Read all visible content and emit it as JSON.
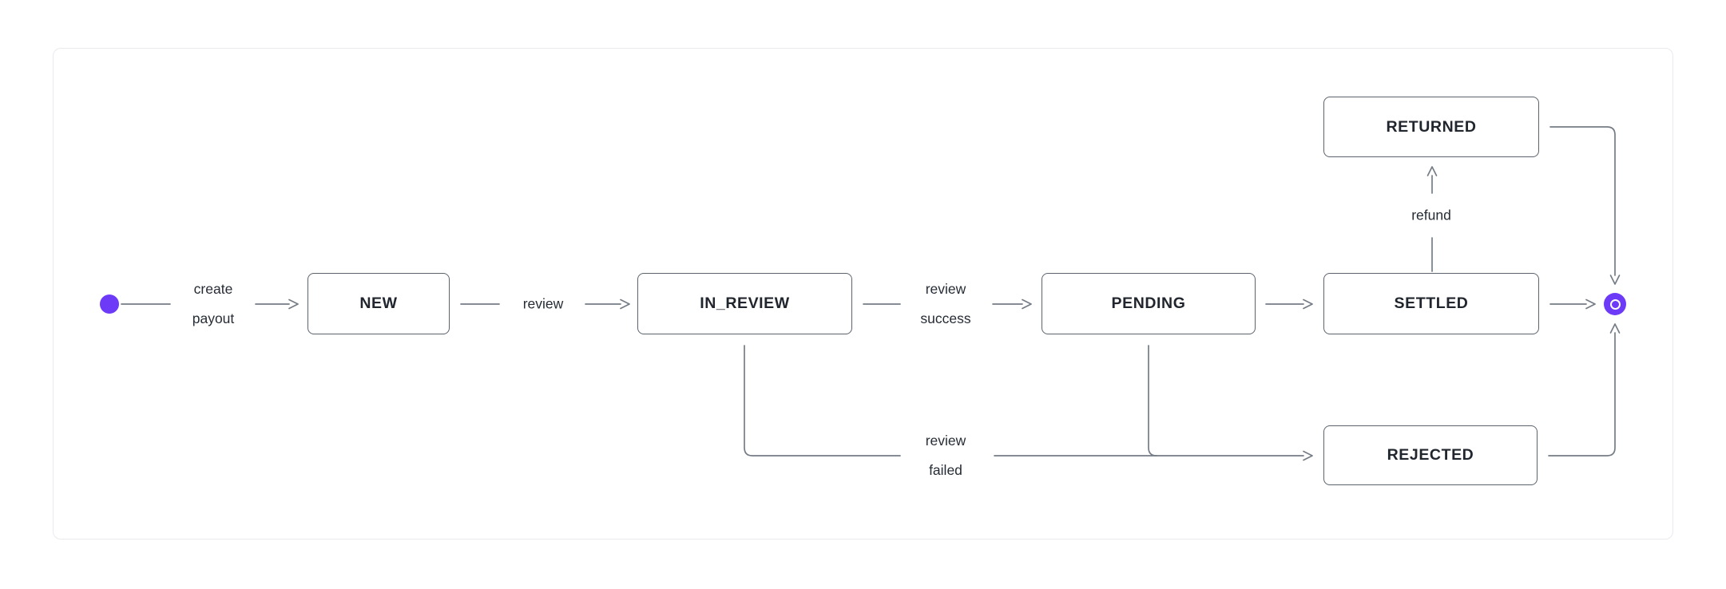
{
  "diagram": {
    "kind": "state-machine",
    "accent_color": "#6D3AF7",
    "line_color": "#757C85",
    "box_border_color": "#5B636D",
    "text_color": "#20252E",
    "nodes": {
      "start": {
        "kind": "initial-state"
      },
      "new": {
        "label": "NEW"
      },
      "in_review": {
        "label": "IN_REVIEW"
      },
      "pending": {
        "label": "PENDING"
      },
      "settled": {
        "label": "SETTLED"
      },
      "returned": {
        "label": "RETURNED"
      },
      "rejected": {
        "label": "REJECTED"
      },
      "end": {
        "kind": "final-state"
      }
    },
    "edges": [
      {
        "from": "start",
        "to": "new",
        "label_lines": [
          "create",
          "payout"
        ]
      },
      {
        "from": "new",
        "to": "in_review",
        "label_lines": [
          "review"
        ]
      },
      {
        "from": "in_review",
        "to": "pending",
        "label_lines": [
          "review",
          "success"
        ]
      },
      {
        "from": "pending",
        "to": "settled",
        "label_lines": []
      },
      {
        "from": "settled",
        "to": "returned",
        "label_lines": [
          "refund"
        ]
      },
      {
        "from": "in_review",
        "to": "rejected",
        "label_lines": [
          "review",
          "failed"
        ]
      },
      {
        "from": "pending",
        "to": "rejected",
        "label_lines": []
      },
      {
        "from": "settled",
        "to": "end",
        "label_lines": []
      },
      {
        "from": "returned",
        "to": "end",
        "label_lines": []
      },
      {
        "from": "rejected",
        "to": "end",
        "label_lines": []
      }
    ]
  }
}
